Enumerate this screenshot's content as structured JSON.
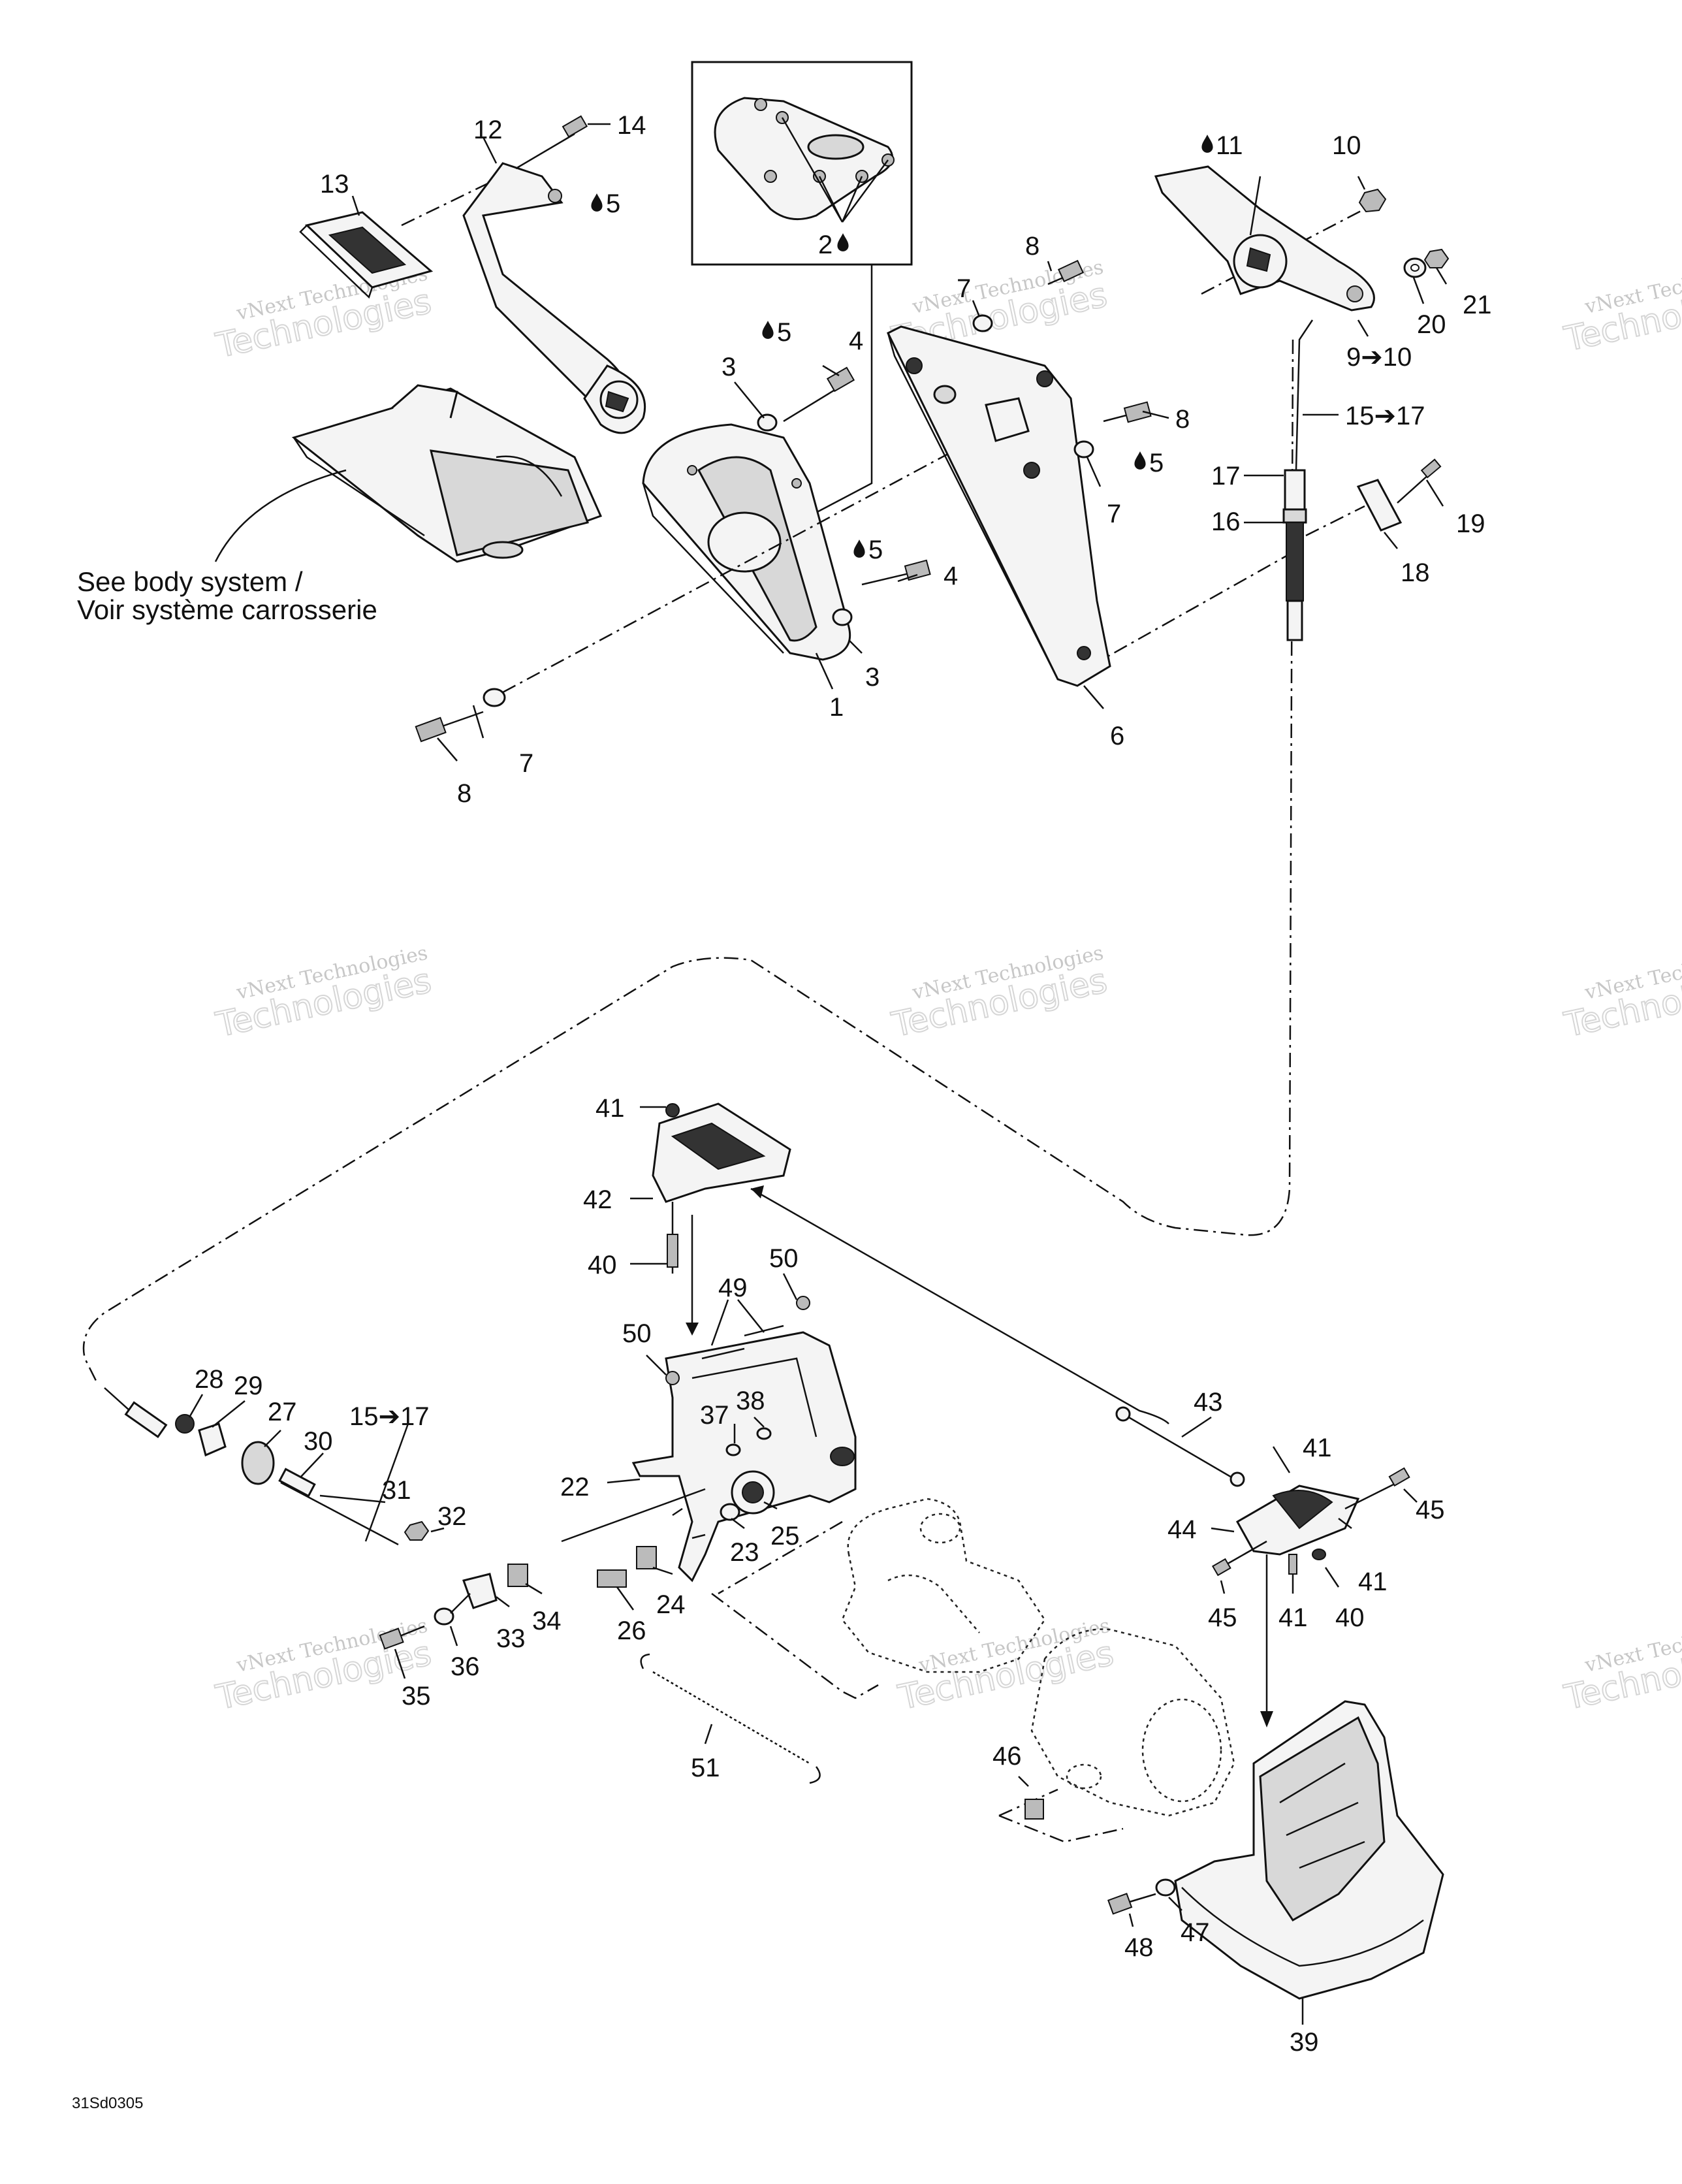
{
  "callouts": [
    "1",
    "2",
    "3",
    "3",
    "4",
    "4",
    "5",
    "5",
    "5",
    "5",
    "6",
    "7",
    "7",
    "7",
    "8",
    "8",
    "8",
    "10",
    "11",
    "12",
    "13",
    "14",
    "9➔10",
    "15➔17",
    "16",
    "17",
    "18",
    "19",
    "20",
    "21",
    "22",
    "23",
    "24",
    "25",
    "26",
    "27",
    "28",
    "29",
    "15➔17",
    "30",
    "31",
    "32",
    "33",
    "34",
    "35",
    "36",
    "37",
    "38",
    "40",
    "40",
    "41",
    "41",
    "41",
    "41",
    "42",
    "43",
    "44",
    "45",
    "45",
    "46",
    "47",
    "48",
    "49",
    "50",
    "50",
    "51",
    "39"
  ],
  "note": {
    "line1": "See body system /",
    "line2": "Voir système carrosserie"
  },
  "diagram_code": "31Sd0305",
  "watermark": {
    "line1": "vNext Technologies",
    "line2": "Technologies"
  },
  "icons": {
    "lubricant": "drop-icon",
    "range_arrow": "➔"
  }
}
